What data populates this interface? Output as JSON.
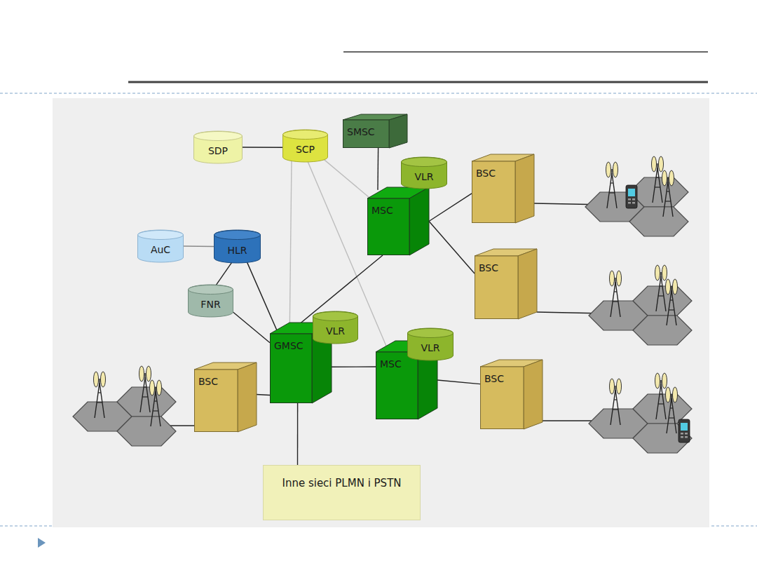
{
  "diagram": {
    "nodes": [
      {
        "text": [
          "SDP"
        ]
      },
      {
        "text": [
          "SCP"
        ]
      },
      {
        "text": [
          "SMSC"
        ]
      },
      {
        "text": [
          "VLR"
        ]
      },
      {
        "text": [
          "MSC"
        ]
      },
      {
        "text": [
          "BSC"
        ]
      },
      {
        "text": [
          "AuC"
        ]
      },
      {
        "text": [
          "HLR"
        ]
      },
      {
        "text": [
          "BSC"
        ]
      },
      {
        "text": [
          "FNR"
        ]
      },
      {
        "text": [
          "VLR"
        ]
      },
      {
        "text": [
          "GMSC"
        ]
      },
      {
        "text": [
          "VLR"
        ]
      },
      {
        "text": [
          "MSC"
        ]
      },
      {
        "text": [
          "BSC"
        ]
      },
      {
        "text": [
          "BSC"
        ]
      },
      {
        "text": [
          "Inne sieci PLMN i PSTN"
        ]
      }
    ],
    "edges": [
      {
        "from": 0,
        "to": 1,
        "arrow": "none"
      },
      {
        "from": 1,
        "to": 4,
        "arrow": "none"
      },
      {
        "from": 1,
        "to": 11,
        "arrow": "none"
      },
      {
        "from": 1,
        "to": 13,
        "arrow": "none"
      },
      {
        "from": 2,
        "to": 4,
        "arrow": "none"
      },
      {
        "from": 6,
        "to": 7,
        "arrow": "none"
      },
      {
        "from": 7,
        "to": 9,
        "arrow": "none"
      },
      {
        "from": 7,
        "to": 11,
        "arrow": "none"
      },
      {
        "from": 9,
        "to": 11,
        "arrow": "none"
      },
      {
        "from": 11,
        "to": 4,
        "arrow": "none"
      },
      {
        "from": 11,
        "to": 13,
        "arrow": "none"
      },
      {
        "from": 11,
        "to": 14,
        "arrow": "none"
      },
      {
        "from": 11,
        "to": 16,
        "arrow": "none"
      },
      {
        "from": 4,
        "to": 5,
        "arrow": "none"
      },
      {
        "from": 4,
        "to": 8,
        "arrow": "none"
      },
      {
        "from": 13,
        "to": 15,
        "arrow": "none"
      }
    ]
  }
}
